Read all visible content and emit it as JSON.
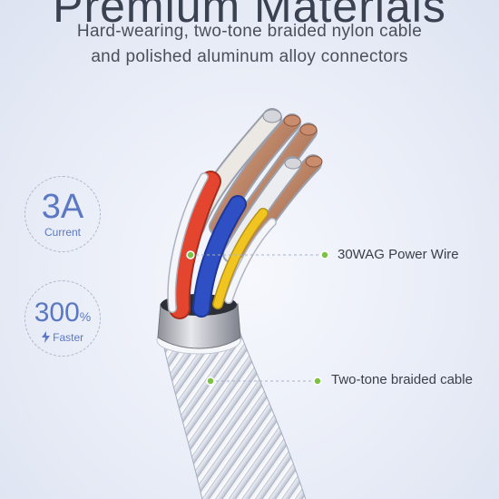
{
  "header": {
    "title": "Premium Materials",
    "subtitle_line1": "Hard-wearing, two-tone braided nylon cable",
    "subtitle_line2": "and polished aluminum alloy connectors"
  },
  "badges": [
    {
      "value": "3A",
      "caption": "Current",
      "icon": ""
    },
    {
      "value": "300",
      "unit": "%",
      "caption": "Faster",
      "icon": "lightning-bolt-icon"
    }
  ],
  "callouts": [
    {
      "label": "30WAG Power Wire"
    },
    {
      "label": "Two-tone braided cable"
    }
  ],
  "colors": {
    "accent": "#5b78c3",
    "callout_dot": "#7cc242",
    "wire_red": "#e3452f",
    "wire_blue": "#2f4fc4",
    "wire_yellow": "#f2c41f",
    "wire_copper": "#b4785a"
  }
}
